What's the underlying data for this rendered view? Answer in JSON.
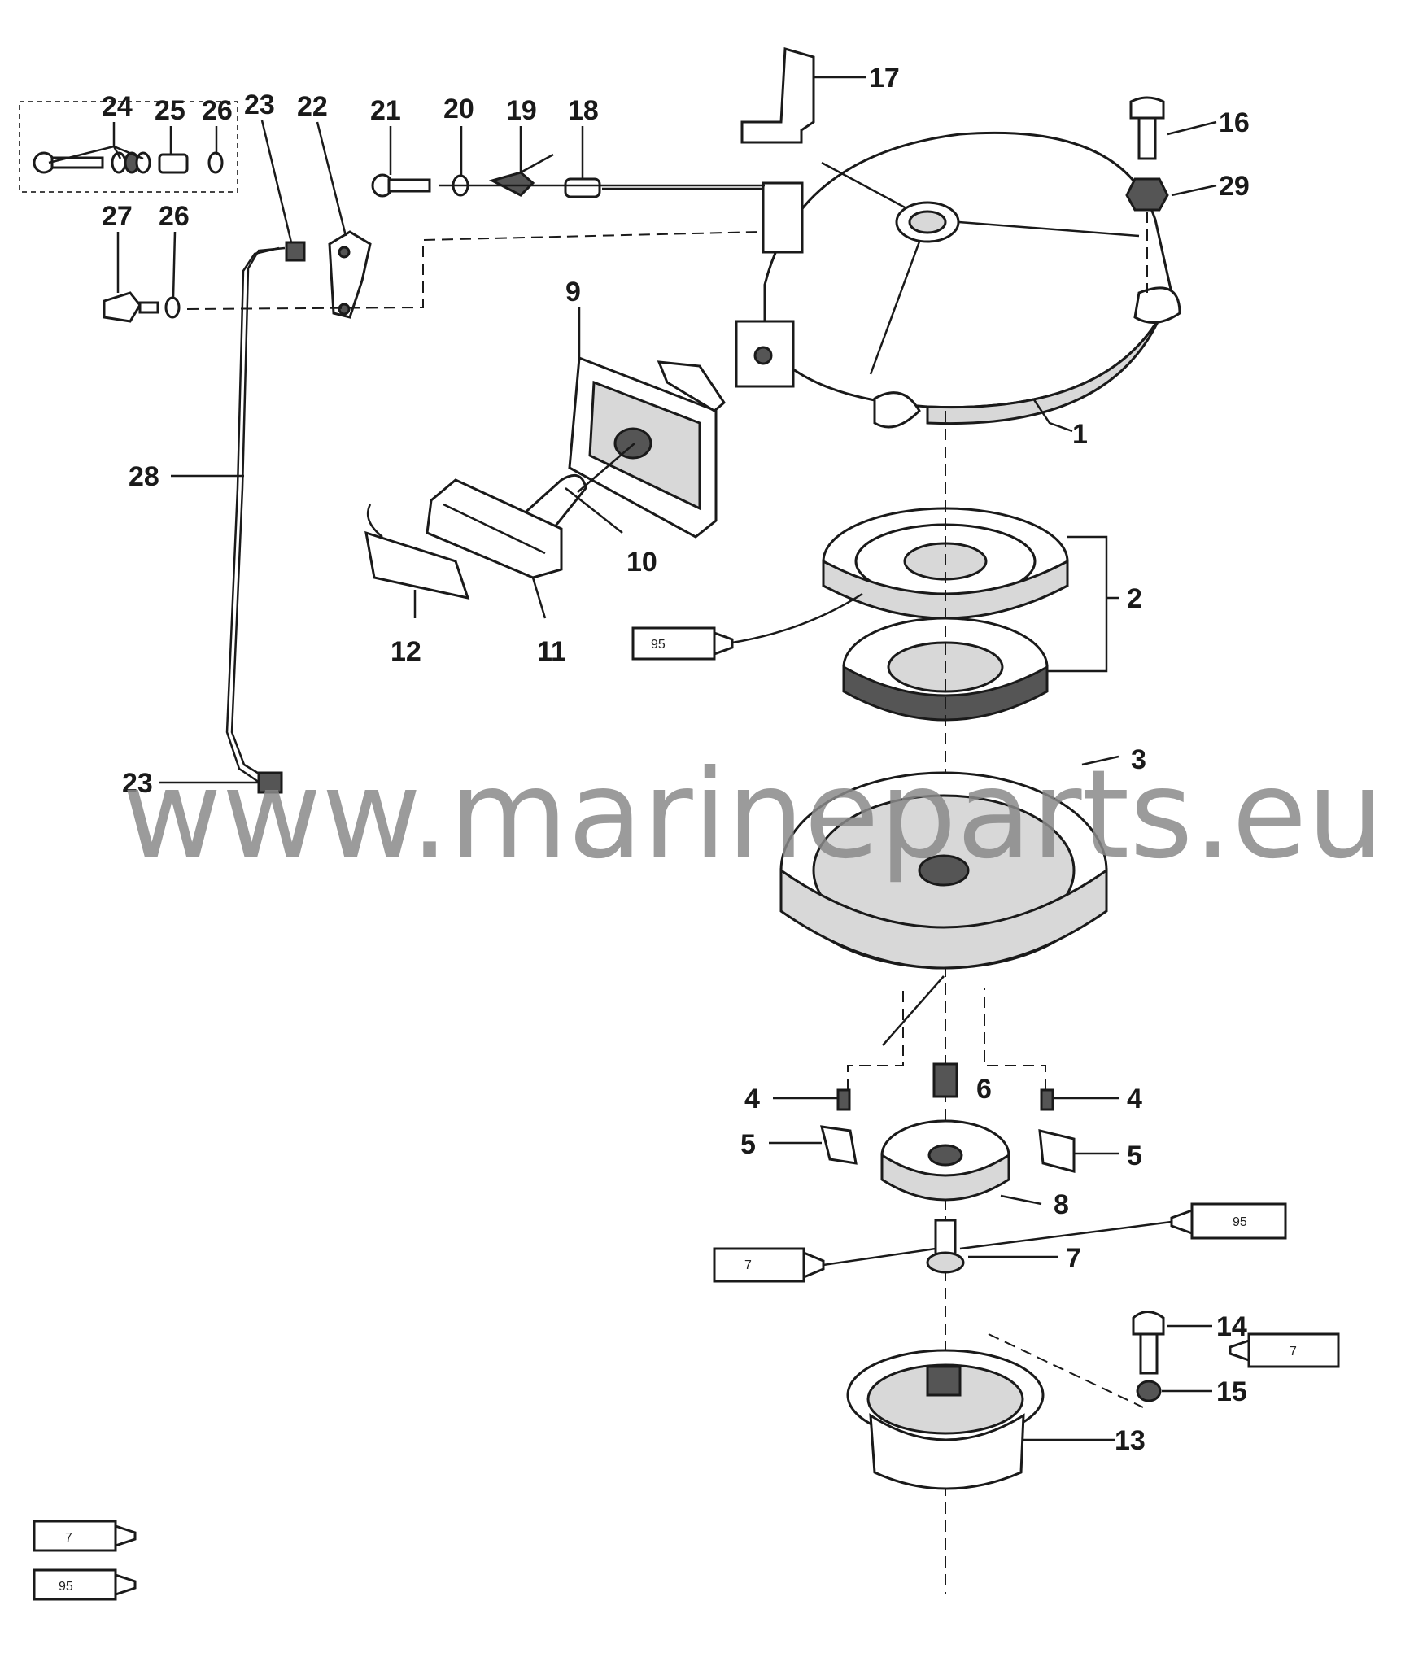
{
  "watermark": "www.marineparts.eu",
  "callouts": {
    "c1": "1",
    "c2": "2",
    "c3": "3",
    "c4a": "4",
    "c4b": "4",
    "c5a": "5",
    "c5b": "5",
    "c6": "6",
    "c7": "7",
    "c8": "8",
    "c9": "9",
    "c10": "10",
    "c11": "11",
    "c12": "12",
    "c13": "13",
    "c14": "14",
    "c15": "15",
    "c16": "16",
    "c17": "17",
    "c18": "18",
    "c19": "19",
    "c20": "20",
    "c21": "21",
    "c22": "22",
    "c23a": "23",
    "c23b": "23",
    "c24": "24",
    "c25": "25",
    "c26a": "26",
    "c26b": "26",
    "c27": "27",
    "c28": "28",
    "c29": "29"
  },
  "tubes": {
    "t95_left": "95",
    "t7_left": "7",
    "t95_right": "95",
    "t7_right": "7",
    "legend_7": "7",
    "legend_95": "95"
  }
}
